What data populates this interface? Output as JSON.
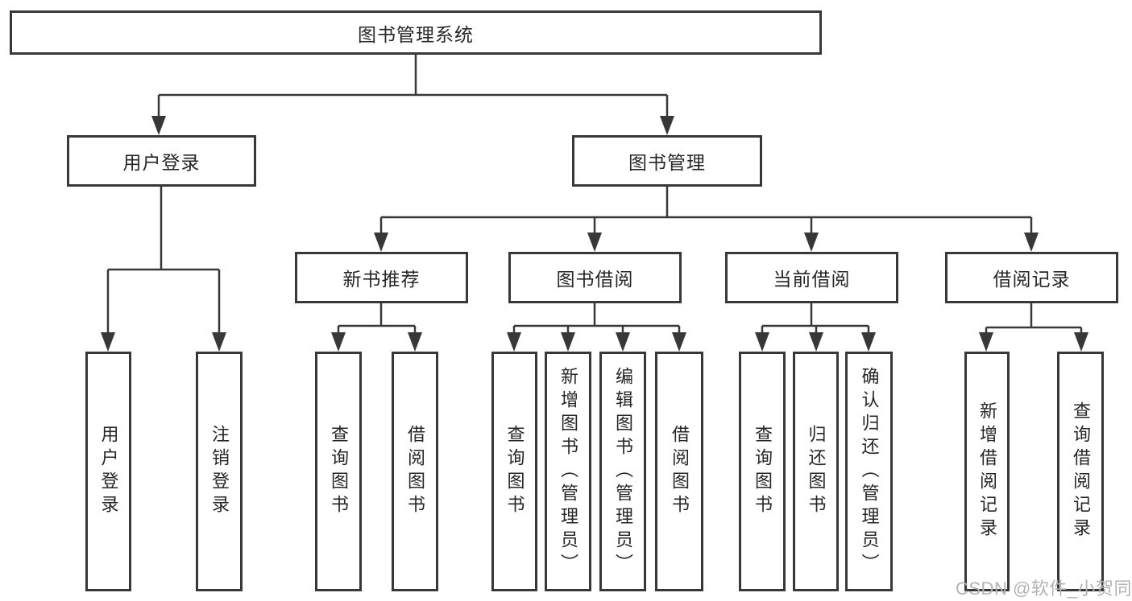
{
  "tree": {
    "root": {
      "label": "图书管理系统",
      "children": [
        {
          "label": "用户登录",
          "children": [
            {
              "label": "用户登录"
            },
            {
              "label": "注销登录"
            }
          ]
        },
        {
          "label": "图书管理",
          "children": [
            {
              "label": "新书推荐",
              "children": [
                {
                  "label": "查询图书"
                },
                {
                  "label": "借阅图书"
                }
              ]
            },
            {
              "label": "图书借阅",
              "children": [
                {
                  "label": "查询图书"
                },
                {
                  "label": "新增图书（管理员）"
                },
                {
                  "label": "编辑图书（管理员）"
                },
                {
                  "label": "借阅图书"
                }
              ]
            },
            {
              "label": "当前借阅",
              "children": [
                {
                  "label": "查询图书"
                },
                {
                  "label": "归还图书"
                },
                {
                  "label": "确认归还（管理员）"
                }
              ]
            },
            {
              "label": "借阅记录",
              "children": [
                {
                  "label": "新增借阅记录"
                },
                {
                  "label": "查询借阅记录"
                }
              ]
            }
          ]
        }
      ]
    }
  },
  "watermark": {
    "text": "CSDN @软件_小贺同学"
  },
  "colors": {
    "line": "#383838",
    "text": "#262626",
    "watermark": "#b3b3b3",
    "background": "#ffffff"
  }
}
